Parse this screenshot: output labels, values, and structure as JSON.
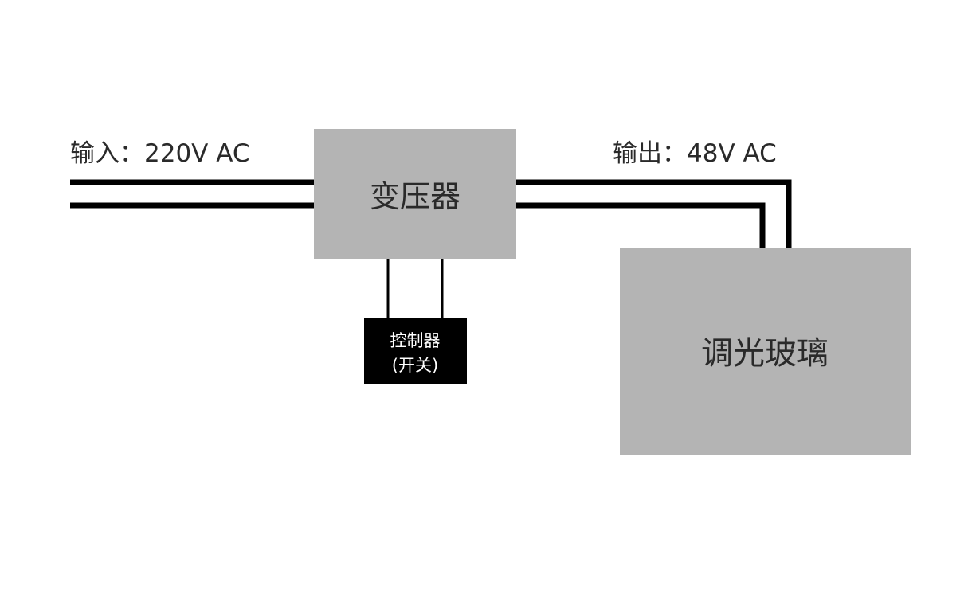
{
  "input_label": "输入：220V AC",
  "output_label": "输出：48V AC",
  "transformer": {
    "label": "变压器"
  },
  "controller": {
    "line1": "控制器",
    "line2": "(开关)"
  },
  "glass": {
    "label": "调光玻璃"
  },
  "colors": {
    "box_gray": "#b4b4b4",
    "controller_black": "#000000",
    "wire": "#000000",
    "text_dark": "#2a2a2a",
    "text_light": "#ffffff"
  }
}
